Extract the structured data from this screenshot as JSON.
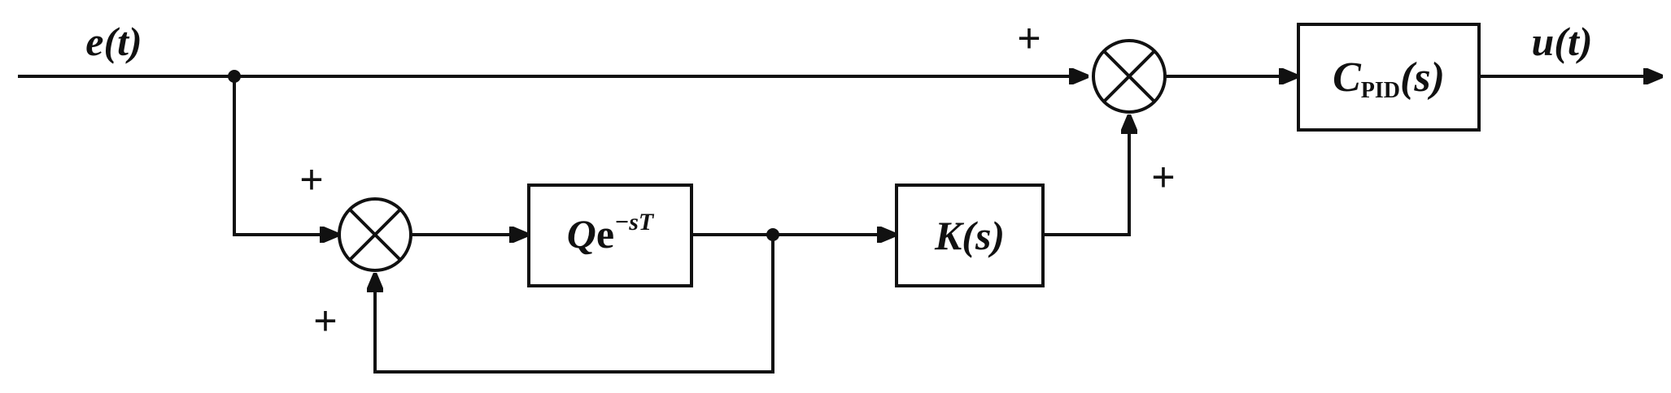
{
  "signals": {
    "input": "e(t)",
    "output": "u(t)"
  },
  "blocks": {
    "delay": {
      "main": "Q",
      "base": "e",
      "exponent": "−sT"
    },
    "filter": {
      "label": "K(s)"
    },
    "controller": {
      "main": "C",
      "subscript": "PID",
      "arg": "(s)"
    }
  },
  "signs": {
    "sum_top_upper": "+",
    "sum_top_lower": "+",
    "sum_bottom_left": "+",
    "sum_bottom_lower": "+"
  },
  "colors": {
    "stroke": "#111111",
    "background": "#ffffff"
  }
}
